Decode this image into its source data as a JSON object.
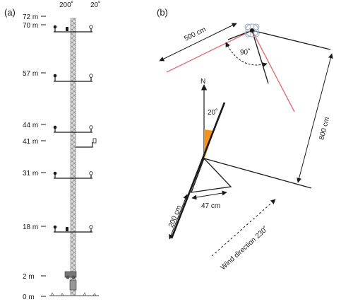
{
  "panel_a": {
    "label": "(a)",
    "direction_left": "200˚",
    "direction_right": "20˚",
    "heights": [
      {
        "label": "72 m",
        "value": 72
      },
      {
        "label": "70 m",
        "value": 70
      },
      {
        "label": "57 m",
        "value": 57
      },
      {
        "label": "44 m",
        "value": 44
      },
      {
        "label": "41 m",
        "value": 41
      },
      {
        "label": "31 m",
        "value": 31
      },
      {
        "label": "18 m",
        "value": 18
      },
      {
        "label": "2 m",
        "value": 2
      },
      {
        "label": "0 m",
        "value": 0
      }
    ]
  },
  "panel_b": {
    "label": "(b)",
    "boom_length": "500 cm",
    "span_length": "800 cm",
    "angle_between": "90˚",
    "north": "N",
    "north_angle": "20˚",
    "mount_height": "200 cm",
    "mount_width": "47 cm",
    "wind_direction": "Wind direction 230˚"
  },
  "colors": {
    "line": "#1a1a1a",
    "red_ray": "#e0707a",
    "orange_wedge": "#f0961e",
    "mast_fill": "#c8c8c8",
    "rotor": "#8fa8c8"
  }
}
